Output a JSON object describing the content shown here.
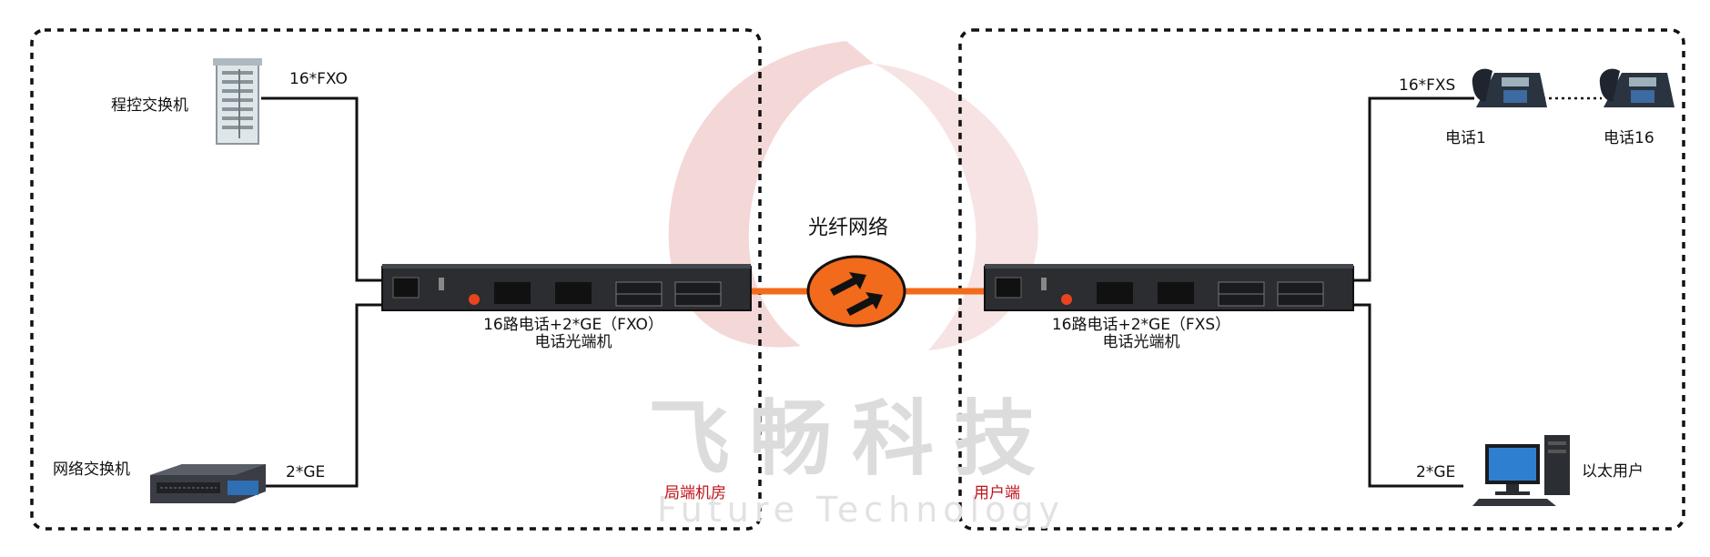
{
  "watermark": {
    "brand_cn": "飞畅科技",
    "brand_en": "Future Technology"
  },
  "fiber_network": {
    "label": "光纤网络"
  },
  "sites": {
    "left": {
      "label": "局端机房"
    },
    "right": {
      "label": "用户端"
    }
  },
  "devices": {
    "pbx": {
      "label": "程控交换机",
      "port": "16*FXO"
    },
    "network_switch": {
      "label": "网络交换机",
      "port": "2*GE"
    },
    "optical_fxo": {
      "line1": "16路电话+2*GE（FXO）",
      "line2": "电话光端机"
    },
    "optical_fxs": {
      "line1": "16路电话+2*GE（FXS）",
      "line2": "电话光端机"
    },
    "phone_1": {
      "label": "电话1"
    },
    "phone_16": {
      "label": "电话16"
    },
    "phones_port": "16*FXS",
    "ethernet_user": {
      "label": "以太用户",
      "port": "2*GE"
    }
  },
  "colors": {
    "fiber": "#f26a1b",
    "site_label": "#c0141b",
    "device_body": "#2b2d31",
    "watermark_logo": "#f3d3d3"
  }
}
